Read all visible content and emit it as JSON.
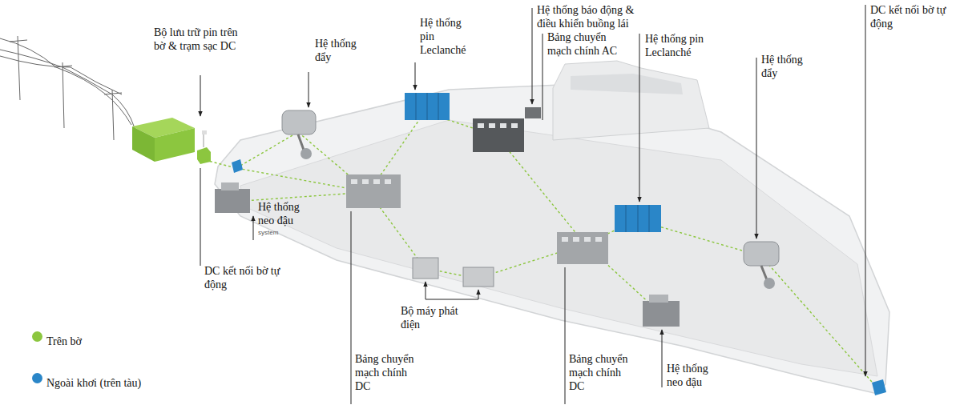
{
  "diagram": {
    "labels": [
      "Bộ lưu trữ pin trên bờ & trạm sạc DC",
      "Hệ thống đẩy",
      "Hệ thống pin Leclanché",
      "Hệ thống báo động & điều khiển buồng lái",
      "Bảng chuyển mạch chính AC",
      "Hệ thống pin Leclanché",
      "Hệ thống đẩy",
      "DC kết nối bờ tự động",
      "Hệ thống neo đậu",
      "system",
      "DC kết nối bờ tự động",
      "Bộ máy phát điện",
      "Bảng chuyển mạch chính DC",
      "Bảng chuyển mạch chính DC",
      "Hệ thống neo đậu"
    ],
    "legend": [
      {
        "text": "Trên bờ",
        "color": "#8cc63f"
      },
      {
        "text": "Ngoài khơi (trên tàu)",
        "color": "#2a86c8"
      }
    ]
  }
}
